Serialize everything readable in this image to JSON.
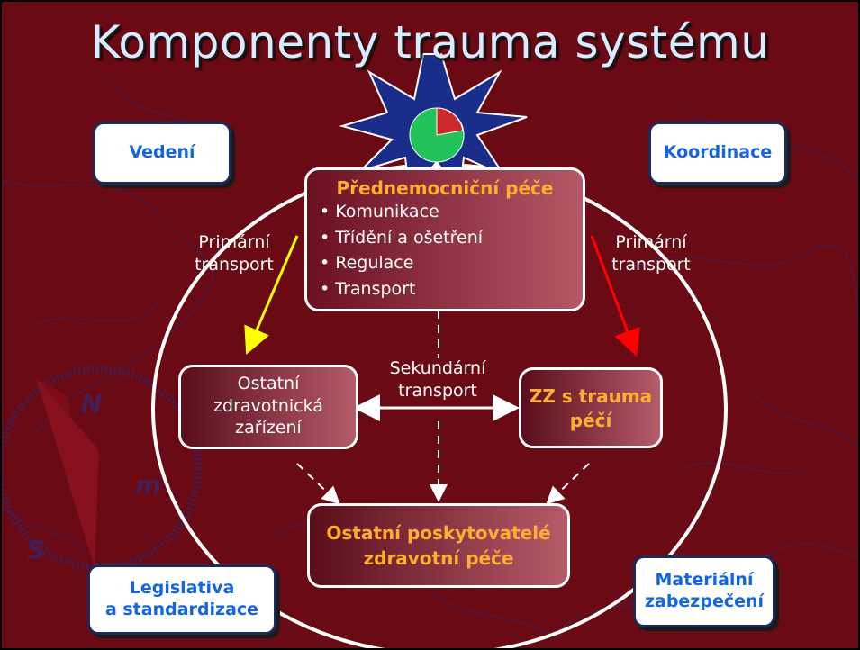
{
  "title": "Komponenty trauma systému",
  "corners": {
    "top_left": "Vedení",
    "top_right": "Koordinace",
    "bottom_left_line1": "Legislativa",
    "bottom_left_line2": "a standardizace",
    "bottom_right_line1": "Materiální",
    "bottom_right_line2": "zabezpečení"
  },
  "prehospital": {
    "title": "Přednemocniční péče",
    "items": [
      "Komunikace",
      "Třídění a ošetření",
      "Regulace",
      "Transport"
    ]
  },
  "other_facilities": [
    "Ostatní",
    "zdravotnická",
    "zařízení"
  ],
  "trauma_center": [
    "ZZ s trauma",
    "péčí"
  ],
  "other_providers": [
    "Ostatní poskytovatelé",
    "zdravotní péče"
  ],
  "labels": {
    "primary_left": [
      "Primární",
      "transport"
    ],
    "primary_right": [
      "Primární",
      "transport"
    ],
    "secondary": [
      "Sekundární",
      "transport"
    ]
  },
  "colors": {
    "background": "#6a0a14",
    "title_text": "#d9ecff",
    "corner_text": "#1565e0",
    "orange_text": "#ffad33",
    "arrow_left": "#ffff00",
    "arrow_right": "#ff0000",
    "burst_fill": "#1a2d8a",
    "pie_green": "#22c35a",
    "pie_red": "#cc2a2a"
  },
  "icons": {
    "burst": "starburst-icon",
    "pie": "pie-chart-icon",
    "compass": "compass-decoration"
  }
}
